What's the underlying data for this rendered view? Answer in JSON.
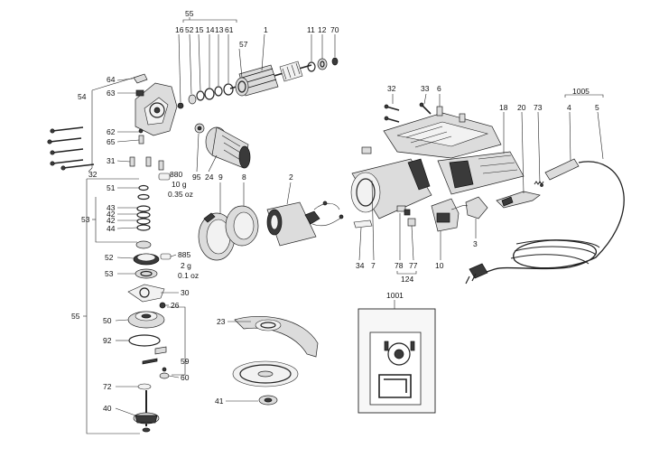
{
  "labels": {
    "l55top": "55",
    "l16": "16",
    "l52t": "52",
    "l15": "15",
    "l14": "14",
    "l13": "13",
    "l61": "61",
    "l1": "1",
    "l11": "11",
    "l12": "12",
    "l70": "70",
    "l57": "57",
    "l64": "64",
    "l54": "54",
    "l63": "63",
    "l62": "62",
    "l65": "65",
    "l31": "31",
    "l32l": "32",
    "l880": "880",
    "l880w": "10 g",
    "l880oz": "0.35 oz",
    "l95": "95",
    "l24": "24",
    "l9": "9",
    "l8": "8",
    "l2": "2",
    "l51": "51",
    "l43": "43",
    "l42a": "42",
    "l42b": "42",
    "l53a": "53",
    "l44": "44",
    "l885": "885",
    "l885w": "2 g",
    "l885oz": "0.1 oz",
    "l52b": "52",
    "l53b": "53",
    "l30": "30",
    "l26": "26",
    "l55left": "55",
    "l50": "50",
    "l92": "92",
    "l59": "59",
    "l60": "60",
    "l72": "72",
    "l40": "40",
    "l23": "23",
    "l41": "41",
    "l32r": "32",
    "l33": "33",
    "l6": "6",
    "l18": "18",
    "l20": "20",
    "l73": "73",
    "l1005": "1005",
    "l4": "4",
    "l5": "5",
    "l34": "34",
    "l7": "7",
    "l78": "78",
    "l77": "77",
    "l124": "124",
    "l10": "10",
    "l3": "3",
    "l1001": "1001"
  }
}
